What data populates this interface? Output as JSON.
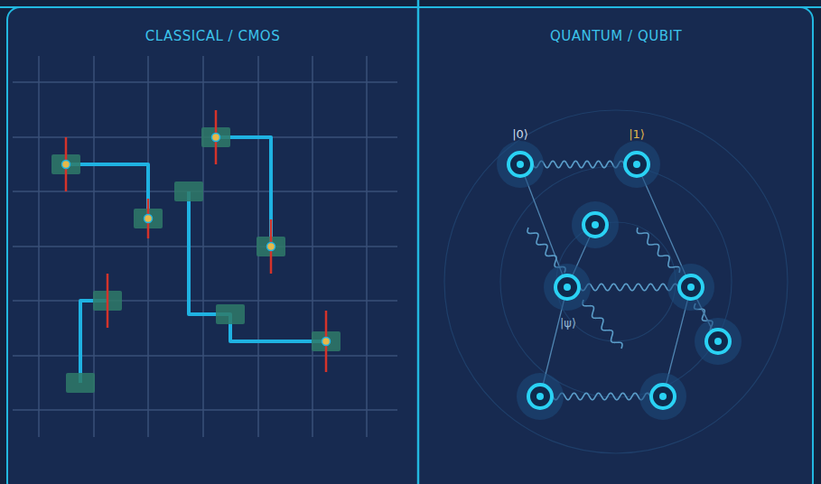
{
  "diagram": {
    "nodes": [
      {
        "text": [
          "CLASSICAL / CMOS"
        ]
      },
      {
        "text": [
          "QUANTUM / QUBIT"
        ]
      }
    ],
    "labels": [
      "|0⟩",
      "|1⟩",
      "|ψ⟩"
    ]
  }
}
